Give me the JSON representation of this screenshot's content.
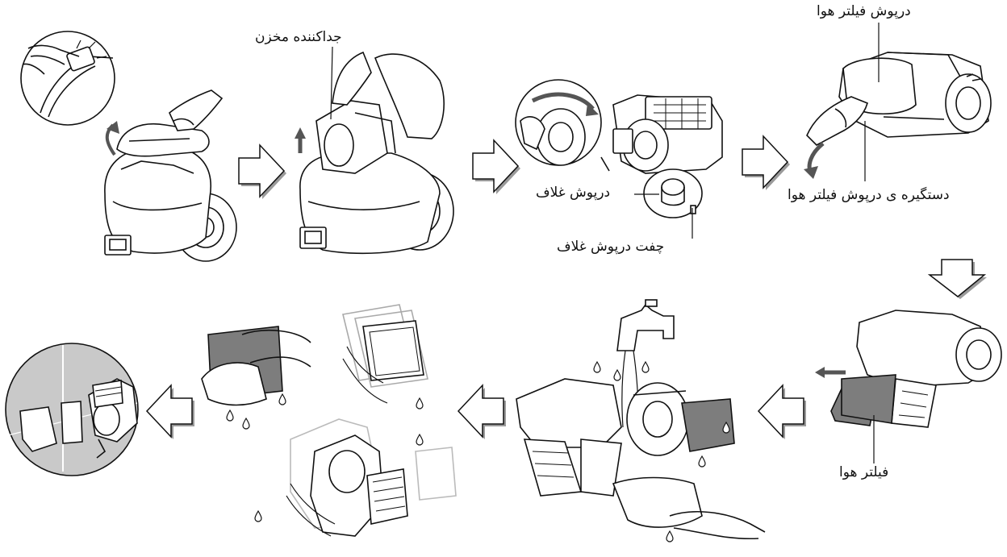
{
  "labels": {
    "tank_release": "جداکننده مخزن",
    "filter_cover": "درپوش فیلتر هوا",
    "filter_cover_handle": "دستگیره ی درپوش فیلتر هوا",
    "casing_cover": "درپوش غلاف",
    "casing_cover_latch": "چفت درپوش غلاف",
    "air_filter": "فیلتر هوا"
  },
  "colors": {
    "line": "#111111",
    "arrow_fill": "#ffffff",
    "arrow_shadow": "#9a9a9a",
    "filter_gray": "#7d7d7d",
    "panel_gray": "#c9c9c9"
  },
  "icons": [
    "step-arrow-right",
    "step-arrow-down",
    "step-arrow-left",
    "water-drop-icon",
    "faucet-icon",
    "hand-icon"
  ]
}
